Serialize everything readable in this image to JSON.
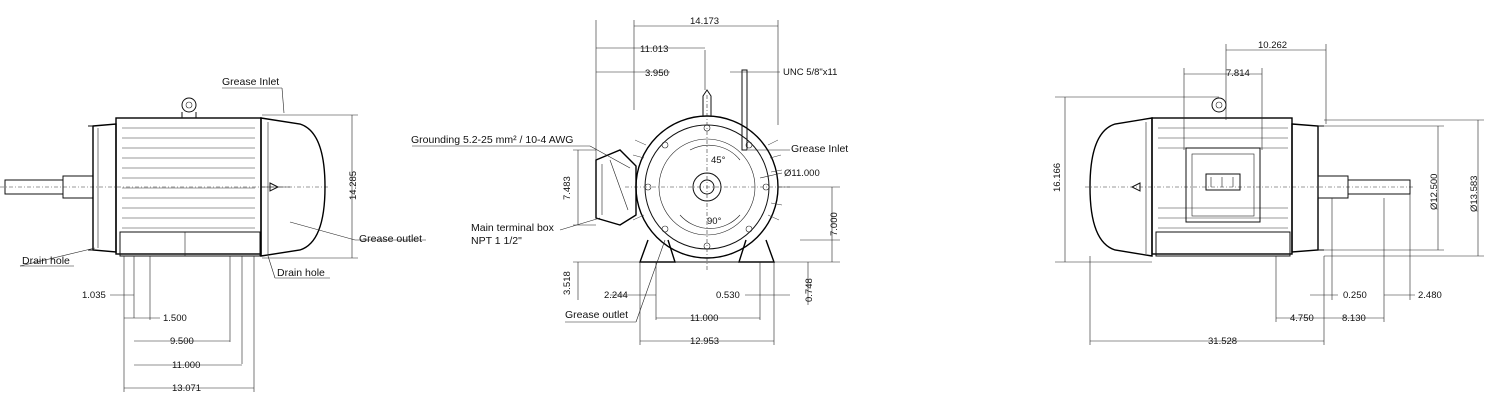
{
  "side_view": {
    "labels": {
      "grease_inlet": "Grease Inlet",
      "grease_outlet": "Grease outlet",
      "drain_hole_left": "Drain hole",
      "drain_hole_right": "Drain hole"
    },
    "dimensions": {
      "height": "14.285",
      "d1": "1.035",
      "d2": "1.500",
      "d3": "9.500",
      "d4": "11.000",
      "d5": "13.071"
    }
  },
  "front_view": {
    "labels": {
      "grounding": "Grounding 5.2-25 mm² / 10-4 AWG",
      "terminal_box_1": "Main terminal box",
      "terminal_box_2": "NPT 1 1/2\"",
      "grease_outlet": "Grease outlet",
      "grease_inlet": "Grease Inlet",
      "thread": "UNC 5/8\"x11",
      "angle_45": "45°",
      "angle_90": "90°"
    },
    "dimensions": {
      "top_total": "14.173",
      "top_mid": "11.013",
      "top_small": "3.950",
      "diameter": "Ø11.000",
      "left_height": "7.483",
      "left_low": "3.518",
      "right_height": "7.000",
      "right_small": "0.748",
      "foot_left": "2.244",
      "foot_right": "0.530",
      "base_inner": "11.000",
      "base_outer": "12.953"
    }
  },
  "rear_view": {
    "dimensions": {
      "top_wide": "10.262",
      "top_narrow": "7.814",
      "left_height": "16.166",
      "dia_inner": "Ø12.500",
      "dia_outer": "Ø13.583",
      "shaft_a": "0.250",
      "shaft_b": "2.480",
      "foot_a": "4.750",
      "foot_b": "8.130",
      "total_length": "31.528"
    }
  }
}
